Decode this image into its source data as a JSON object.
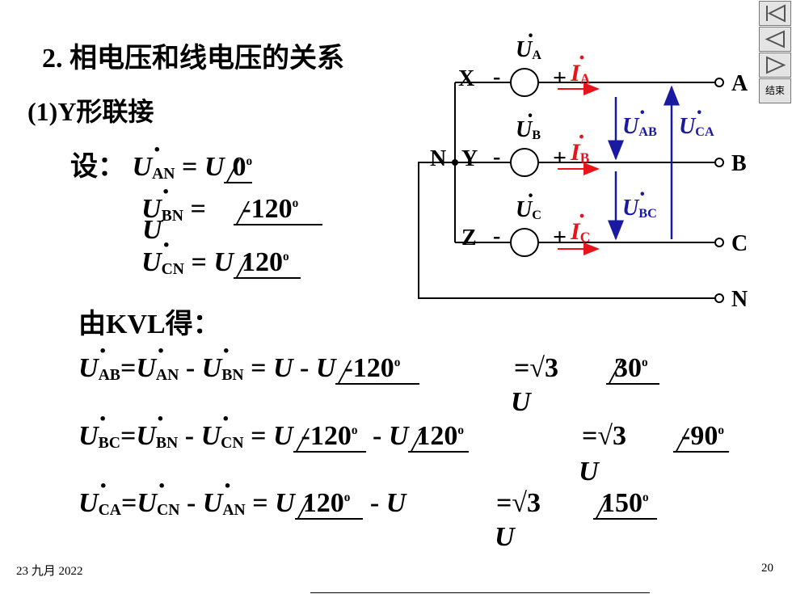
{
  "slide": {
    "title": "2. 相电压和线电压的关系",
    "subtitle": "(1)Y形联接",
    "assume_label": "设：",
    "U": "U",
    "eq_sign": "=",
    "minus": "-",
    "angle_an": "0",
    "angle_bn": "-120",
    "angle_cn": "120",
    "kvl_label": "由KVL得：",
    "sqrt3": "√3",
    "res_ab": "30",
    "res_bc": "-90",
    "res_ca": "150",
    "deg": "o",
    "footer_date": "23 九月 2022",
    "page_number": "20"
  },
  "subscripts": {
    "an": "AN",
    "bn": "BN",
    "cn": "CN",
    "ab": "AB",
    "bc": "BC",
    "ca": "CA",
    "a": "A",
    "b": "B",
    "c": "C"
  },
  "circuit": {
    "node_x": "X",
    "node_y": "Y",
    "node_z": "Z",
    "node_n": "N",
    "term_a": "A",
    "term_b": "B",
    "term_c": "C",
    "term_n": "N",
    "plus": "+",
    "minus": "-",
    "current_symbol": "I",
    "voltage_symbol": "U"
  },
  "nav": {
    "end_label": "结束",
    "icons": [
      "first-slide-icon",
      "previous-slide-icon",
      "next-slide-icon"
    ]
  },
  "colors": {
    "current": "#e8141c",
    "line_voltage": "#1a1aa0",
    "wire": "#000000",
    "nav_bg": "#e4e4e4"
  }
}
